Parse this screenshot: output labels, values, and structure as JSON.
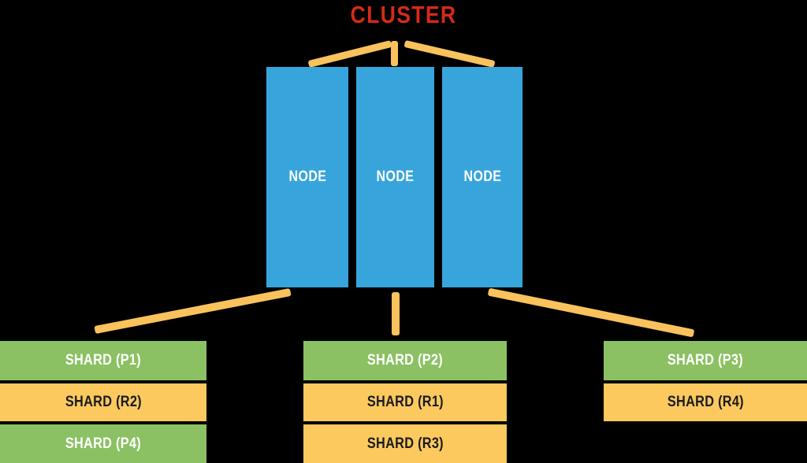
{
  "diagram": {
    "title": "CLUSTER",
    "title_color": "#d42a18",
    "background_color": "#000000",
    "connector_color": "#f9c25c",
    "node_color": "#37a5dc",
    "primary_shard_color": "#8bc162",
    "replica_shard_color": "#fbc95e",
    "nodes": [
      {
        "label": "NODE"
      },
      {
        "label": "NODE"
      },
      {
        "label": "NODE"
      }
    ],
    "shard_columns": [
      {
        "column": "left",
        "shards": [
          {
            "label": "SHARD (P1)",
            "type": "primary"
          },
          {
            "label": "SHARD (R2)",
            "type": "replica"
          },
          {
            "label": "SHARD (P4)",
            "type": "primary"
          }
        ]
      },
      {
        "column": "middle",
        "shards": [
          {
            "label": "SHARD (P2)",
            "type": "primary"
          },
          {
            "label": "SHARD (R1)",
            "type": "replica"
          },
          {
            "label": "SHARD (R3)",
            "type": "replica"
          }
        ]
      },
      {
        "column": "right",
        "shards": [
          {
            "label": "SHARD (P3)",
            "type": "primary"
          },
          {
            "label": "SHARD (R4)",
            "type": "replica"
          }
        ]
      }
    ]
  }
}
